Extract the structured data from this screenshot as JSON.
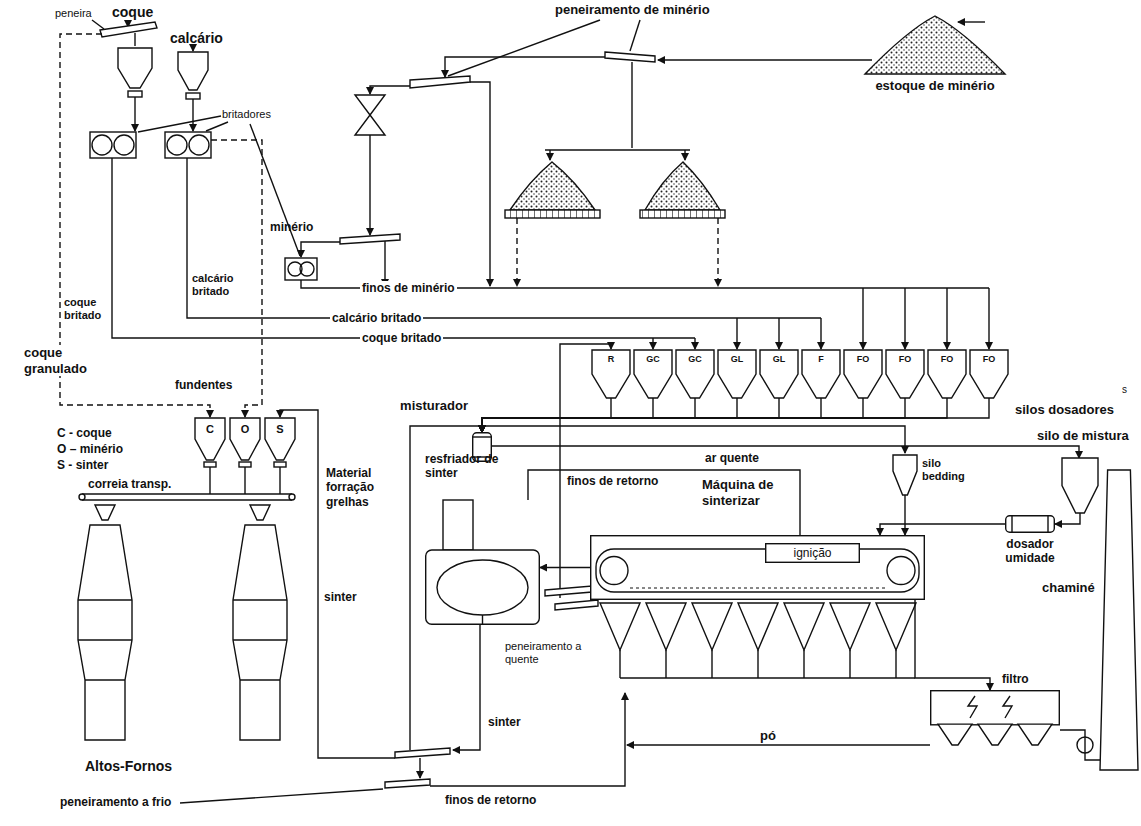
{
  "diagram": {
    "nodes": [
      {
        "text": [
          "estoque de minério"
        ]
      },
      {
        "text": [
          "R"
        ]
      },
      {
        "text": [
          "GC"
        ]
      },
      {
        "text": [
          "GC"
        ]
      },
      {
        "text": [
          "GL"
        ]
      },
      {
        "text": [
          "GL"
        ]
      },
      {
        "text": [
          "F"
        ]
      },
      {
        "text": [
          "FO"
        ]
      },
      {
        "text": [
          "FO"
        ]
      },
      {
        "text": [
          "FO"
        ]
      },
      {
        "text": [
          "FO"
        ]
      },
      {
        "text": [
          "misturador"
        ]
      },
      {
        "text": [
          "silo de mistura"
        ]
      },
      {
        "text": [
          "dosador umidade"
        ]
      },
      {
        "text": [
          "silo bedding"
        ]
      },
      {
        "text": [
          "Máquina de sinterizar"
        ]
      },
      {
        "text": [
          "ignição"
        ],
        "in": 15
      },
      {
        "text": [
          "resfriador de sinter"
        ]
      },
      {
        "text": [
          "filtro"
        ]
      },
      {
        "text": [
          "chaminé"
        ]
      },
      {
        "text": [
          "C"
        ]
      },
      {
        "text": [
          "O"
        ]
      },
      {
        "text": [
          "S"
        ]
      }
    ],
    "edges": [
      {
        "from": 1,
        "to": 11,
        "arrow": "to"
      },
      {
        "from": 2,
        "to": 11,
        "arrow": "to"
      },
      {
        "from": 3,
        "to": 11,
        "arrow": "to"
      },
      {
        "from": 4,
        "to": 11,
        "arrow": "to"
      },
      {
        "from": 5,
        "to": 11,
        "arrow": "to"
      },
      {
        "from": 6,
        "to": 11,
        "arrow": "to"
      },
      {
        "from": 7,
        "to": 11,
        "arrow": "to"
      },
      {
        "from": 8,
        "to": 11,
        "arrow": "to"
      },
      {
        "from": 9,
        "to": 11,
        "arrow": "to"
      },
      {
        "from": 10,
        "to": 11,
        "arrow": "to"
      },
      {
        "from": 11,
        "to": 12,
        "arrow": "to"
      },
      {
        "from": 12,
        "to": 13,
        "arrow": "to"
      },
      {
        "from": 13,
        "to": 15,
        "arrow": "to"
      },
      {
        "from": 14,
        "to": 15,
        "arrow": "to"
      },
      {
        "from": 15,
        "to": 17,
        "arrow": "to"
      },
      {
        "from": 15,
        "to": 18,
        "arrow": "to"
      },
      {
        "from": 18,
        "to": 19,
        "arrow": "none"
      }
    ],
    "labels": [
      "coque",
      "peneira",
      "calcário",
      "peneiramento de minério",
      "britadores",
      "minério",
      "coque granulado",
      "coque britado",
      "calcário britado",
      "finos de minério",
      "calcário britado",
      "coque britado",
      "fundentes",
      "C - coque",
      "O – minério",
      "S - sinter",
      "silos dosadores",
      "s",
      "correia transp.",
      "Altos-Fornos",
      "ar quente",
      "finos de retorno",
      "Material forração grelhas",
      "sinter",
      "peneiramento a quente",
      "sinter",
      "finos de retorno",
      "pó",
      "peneiramento a frio"
    ]
  }
}
